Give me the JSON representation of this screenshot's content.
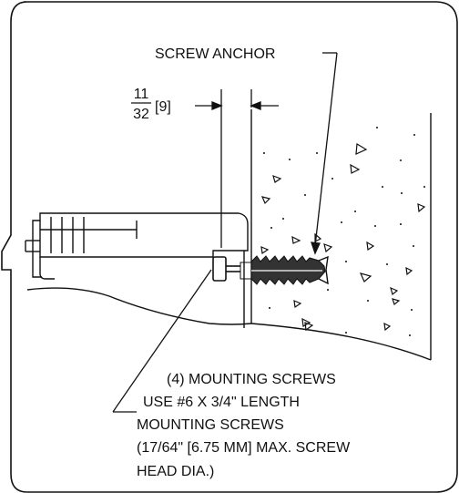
{
  "labels": {
    "screw_anchor": "SCREW ANCHOR",
    "gap_fraction_numerator": "11",
    "gap_fraction_denominator": "32",
    "gap_metric": "[9]",
    "note_line_1": "(4) MOUNTING SCREWS",
    "note_line_2": "USE #6 X 3/4\" LENGTH",
    "note_line_3": "MOUNTING SCREWS",
    "note_line_4": "(17/64\" [6.75 MM] MAX. SCREW",
    "note_line_5": "HEAD DIA.)"
  },
  "colors": {
    "ink": "#111111",
    "background": "#ffffff"
  }
}
